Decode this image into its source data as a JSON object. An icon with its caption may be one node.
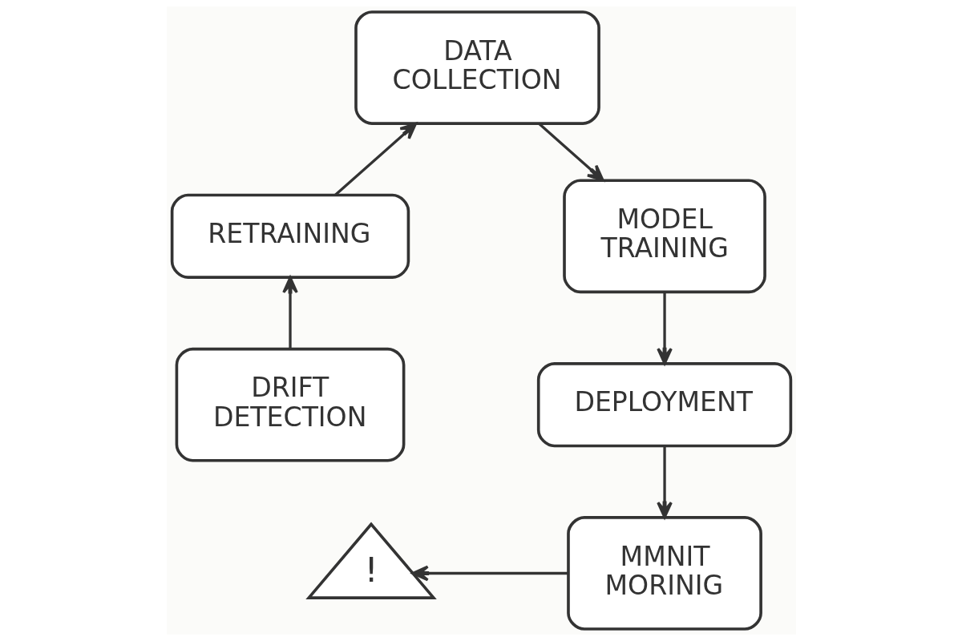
{
  "diagram": {
    "nodes": [
      {
        "text": [
          "DATA COLLECTION"
        ]
      },
      {
        "text": [
          "MODEL TRAINING"
        ]
      },
      {
        "text": [
          "DEPLOYMENT"
        ]
      },
      {
        "text": [
          "MMNIT MORINIG"
        ]
      },
      {
        "text": [
          "!"
        ]
      },
      {
        "text": [
          "DRIFT DETECTION"
        ]
      },
      {
        "text": [
          "RETRAINING"
        ]
      }
    ],
    "edges": [
      {
        "from": 0,
        "to": 1,
        "arrow": "to"
      },
      {
        "from": 1,
        "to": 2,
        "arrow": "to"
      },
      {
        "from": 2,
        "to": 3,
        "arrow": "to"
      },
      {
        "from": 3,
        "to": 4,
        "arrow": "to"
      },
      {
        "from": 5,
        "to": 6,
        "arrow": "to"
      },
      {
        "from": 6,
        "to": 0,
        "arrow": "to"
      }
    ]
  }
}
